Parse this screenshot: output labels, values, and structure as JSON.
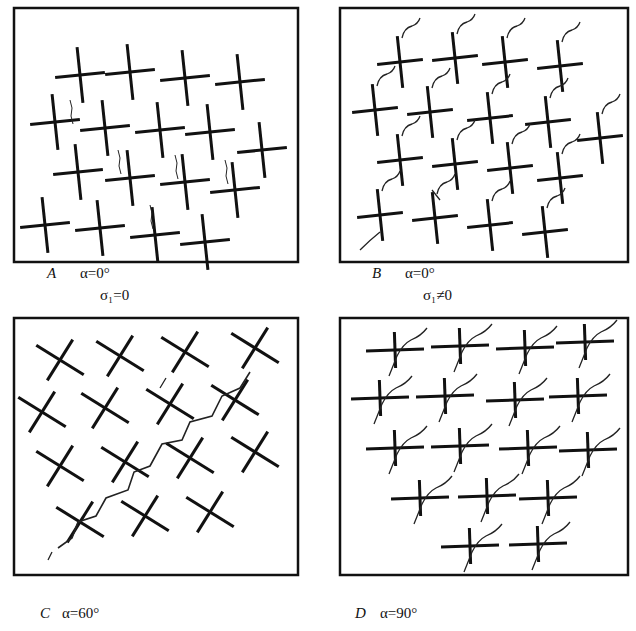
{
  "diagram": {
    "labels": [
      "A",
      "α=0°",
      "σ₁=0",
      "B",
      "α=0°",
      "σ₁≠0",
      "C",
      "α=60°",
      "D",
      "α=90°"
    ]
  }
}
